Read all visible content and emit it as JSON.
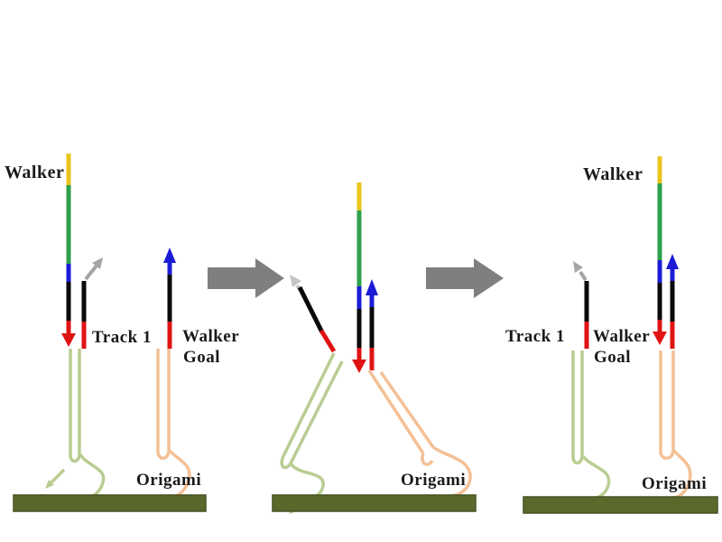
{
  "colors": {
    "walker_cap_yellow": "#E9C41B",
    "walker_body_green": "#2EA04C",
    "toehold_blue": "#1C1CD6",
    "strand_black": "#0A0A0A",
    "foot_red": "#E01313",
    "staple_light_green": "#B9CD92",
    "staple_orange": "#F4C096",
    "origami_bar_olive": "#5A682C",
    "origami_bar_edge": "#475321",
    "step_arrow_gray": "#7F7F7F",
    "release_arrow_gray": "#A5A5A5",
    "released_arrow_light_gray": "#C4C4C4"
  },
  "panels": {
    "initial": {
      "walker_label": "Walker",
      "track_label": "Track 1",
      "goal_label_line1": "Walker",
      "goal_label_line2": "Goal",
      "origami_label": "Origami"
    },
    "intermediate": {
      "origami_label": "Origami"
    },
    "final": {
      "walker_label": "Walker",
      "track_label": "Track 1",
      "goal_label_line1": "Walker",
      "goal_label_line2": "Goal",
      "origami_label": "Origami"
    }
  }
}
